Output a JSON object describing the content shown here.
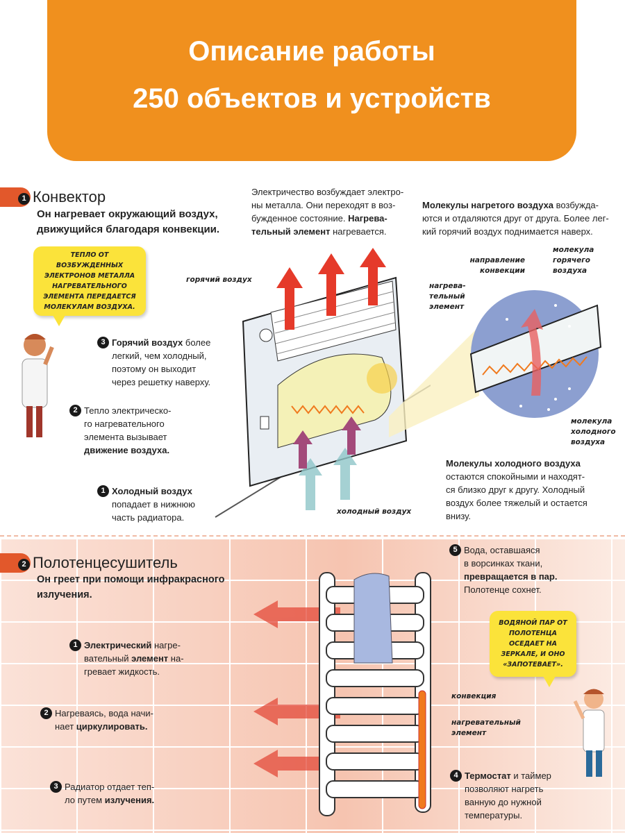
{
  "header": {
    "title_line1": "Описание работы",
    "title_line2": "250 объектов и устройств"
  },
  "section1": {
    "number": "1",
    "title": "Конвектор",
    "subtitle_line1": "Он нагревает окружающий воздух,",
    "subtitle_line2": "движущийся благодаря конвекции.",
    "top_note": {
      "l1": "Электричество возбуждает электро-",
      "l2": "ны металла. Они переходят в воз-",
      "l3": "бужденное состояние.",
      "l3_bold": "Нагрева-",
      "l4_bold": "тельный элемент",
      "l4": "нагревается."
    },
    "right_note": {
      "bold": "Молекулы нагретого воздуха",
      "l1": "возбужда-",
      "l2": "ются и отдаляются друг от друга. Более лег-",
      "l3": "кий горячий воздух поднимается наверх."
    },
    "bubble": "Тепло от возбужденных электронов металла нагревательного элемента передается молекулам воздуха.",
    "labels": {
      "hot_air": "горячий воздух",
      "cold_air": "холодный воздух",
      "convection_dir": "направление конвекции",
      "hot_molecule": "молекула горячего воздуха",
      "heating_element": "нагрева-тельный элемент",
      "cold_molecule": "молекула холодного воздуха"
    },
    "step3": {
      "num": "3",
      "bold": "Горячий воздух",
      "l1": "более",
      "l2": "легкий, чем холодный,",
      "l3": "поэтому он выходит",
      "l4": "через решетку наверху."
    },
    "step2": {
      "num": "2",
      "l1": "Тепло электрическо-",
      "l2": "го нагревательного",
      "l3": "элемента вызывает",
      "l4_bold": "движение воздуха."
    },
    "step1": {
      "num": "1",
      "bold": "Холодный воздух",
      "l2": "попадает в нижнюю",
      "l3": "часть радиатора."
    },
    "cold_note": {
      "bold": "Молекулы холодного воздуха",
      "l2": "остаются спокойными и находят-",
      "l3": "ся близко друг к другу. Холодный",
      "l4": "воздух более тяжелый и остается",
      "l5": "внизу."
    }
  },
  "section2": {
    "number": "2",
    "title": "Полотенцесушитель",
    "subtitle_line1": "Он греет при помощи инфракрасного",
    "subtitle_line2": "излучения.",
    "step1": {
      "num": "1",
      "bold1": "Электрический",
      "l1": "нагре-",
      "l2a": "вательный",
      "bold2": "элемент",
      "l2b": "на-",
      "l3": "гревает жидкость."
    },
    "step2": {
      "num": "2",
      "l1": "Нагреваясь, вода начи-",
      "l2a": "нает",
      "bold": "циркулировать."
    },
    "step3": {
      "num": "3",
      "l1": "Радиатор отдает теп-",
      "l2a": "ло путем",
      "bold": "излучения."
    },
    "step5": {
      "num": "5",
      "l1": "Вода, оставшаяся",
      "l2": "в ворсинках ткани,",
      "bold": "превращается в пар.",
      "l4": "Полотенце сохнет."
    },
    "bubble": "Водяной пар от полотенца оседает на зеркале, и оно «запотевает».",
    "labels": {
      "convection": "конвекция",
      "heating_element": "нагревательный элемент"
    },
    "step4": {
      "num": "4",
      "bold": "Термостат",
      "l1": "и таймер",
      "l2": "позволяют нагреть",
      "l3": "ванную до нужной",
      "l4": "температуры."
    }
  },
  "colors": {
    "header": "#F0901E",
    "tab": "#E2582B",
    "bubble": "#FBE33A"
  }
}
